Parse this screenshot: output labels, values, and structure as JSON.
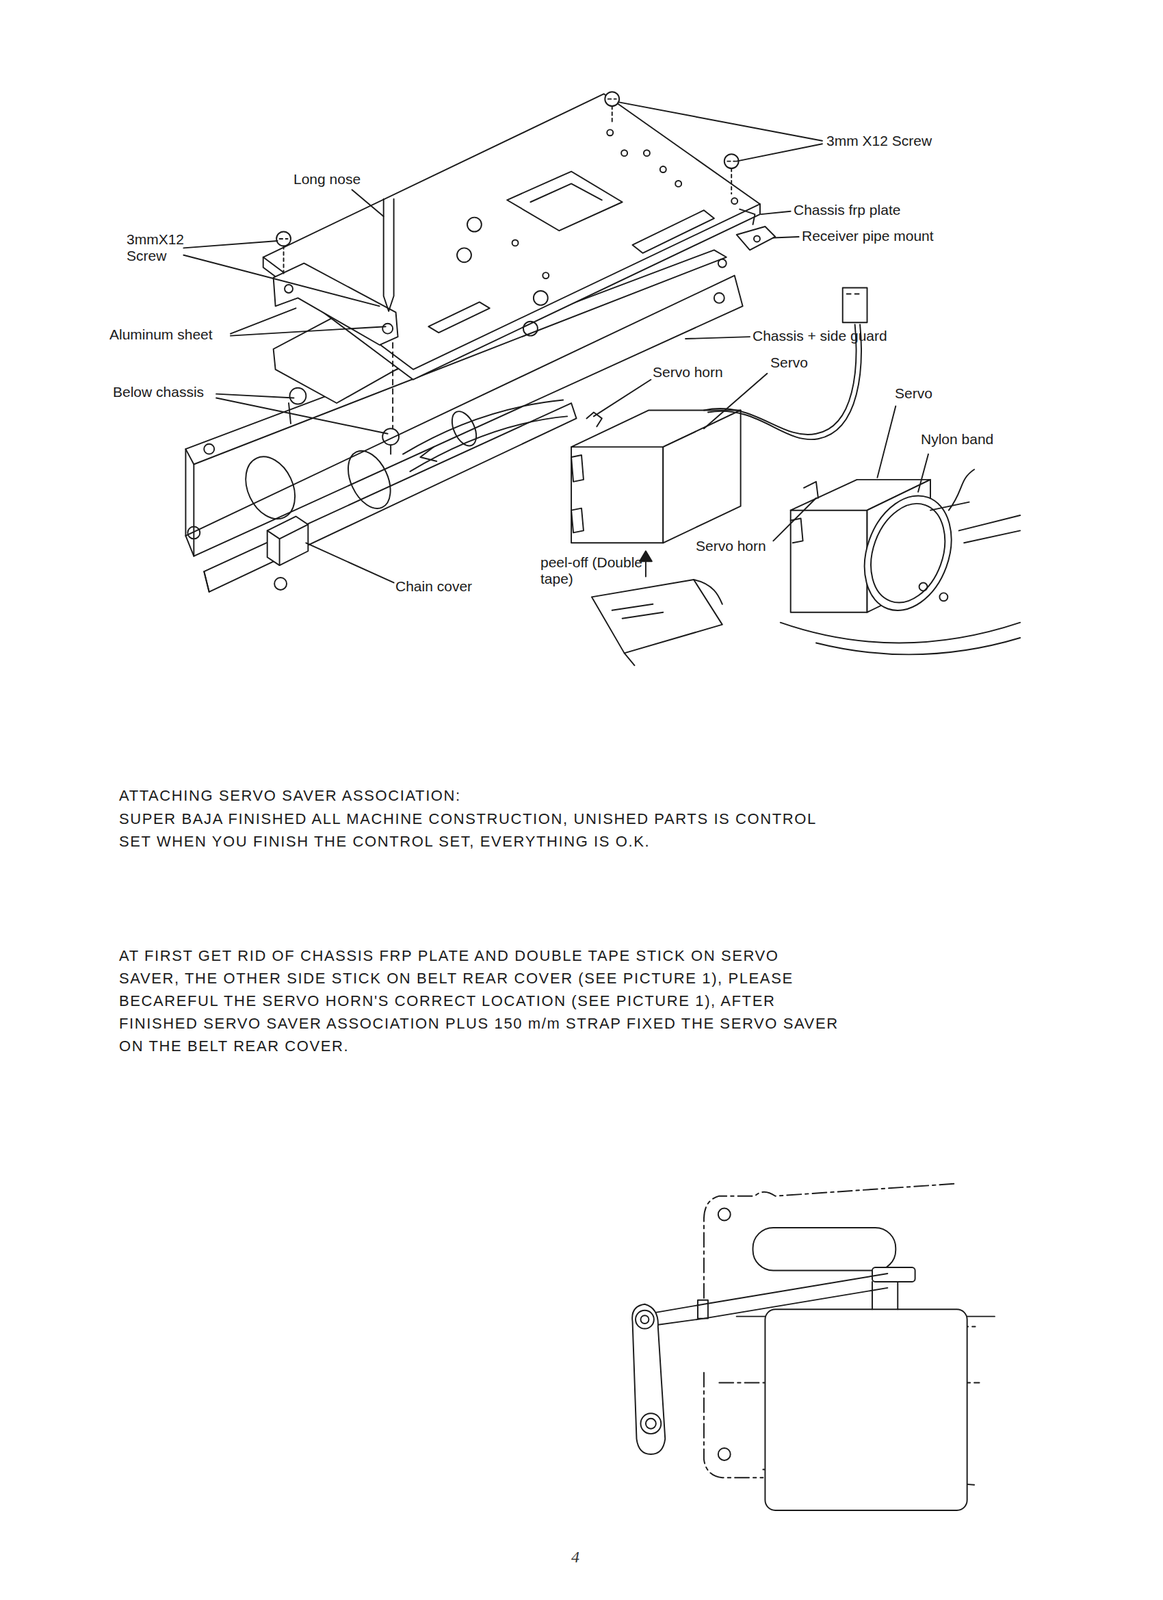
{
  "diagram": {
    "title": "ATTACHING SERVO SAVER ASSOCIATION:",
    "labels": [
      "3mm X12 Screw",
      "Long nose",
      "Chassis frp plate",
      "Receiver pipe mount",
      "3mmX12 Screw",
      "Aluminum sheet",
      "Chassis + side guard",
      "Servo horn",
      "Servo",
      "Servo",
      "Nylon band",
      "Below chassis",
      "Servo horn",
      "Chain cover",
      "peel-off (Double tape)",
      "SUPER BAJA FINISHED ALL MACHINE CONSTRUCTION, UNISHED PARTS IS CONTROL SET WHEN YOU FINISH THE CONTROL SET, EVERYTHING IS O.K.",
      "AT FIRST GET RID OF CHASSIS FRP PLATE AND DOUBLE TAPE STICK ON SERVO SAVER, THE OTHER SIDE STICK ON BELT REAR COVER (SEE PICTURE 1), PLEASE BECAREFUL THE SERVO HORN'S CORRECT LOCATION (SEE PICTURE 1), AFTER FINISHED SERVO SAVER ASSOCIATION PLUS 150 m/m STRAP FIXED THE SERVO SAVER ON THE BELT REAR COVER.",
      "4"
    ]
  }
}
